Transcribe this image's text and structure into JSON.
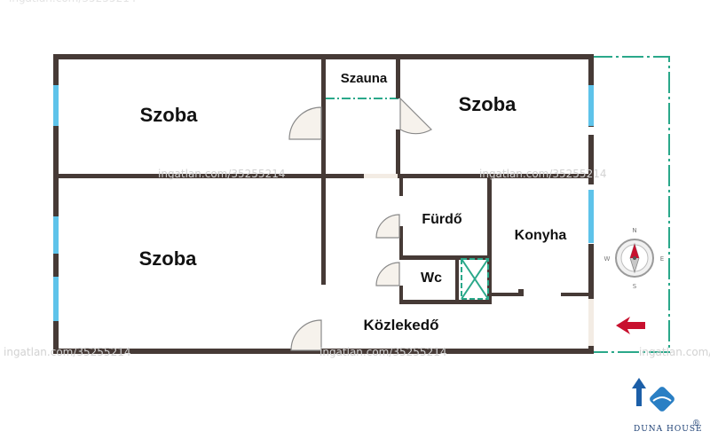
{
  "rooms": {
    "bedroom_left_top": "Szoba",
    "bedroom_left_bottom": "Szoba",
    "bedroom_right": "Szoba",
    "sauna": "Szauna",
    "bathroom": "Fürdő",
    "toilet": "Wc",
    "kitchen": "Konyha",
    "hallway": "Közlekedő"
  },
  "compass": {
    "n": "N",
    "e": "E",
    "s": "S",
    "w": "W"
  },
  "watermark": "ingatlan.com/35255214",
  "brand": {
    "name": "DUNA HOUSE",
    "mark": "®"
  },
  "colors": {
    "wall": "#463a36",
    "window": "#5ec3ea",
    "balcony": "#2aa88a",
    "arrow": "#c8102e",
    "brand": "#1c3f74"
  }
}
